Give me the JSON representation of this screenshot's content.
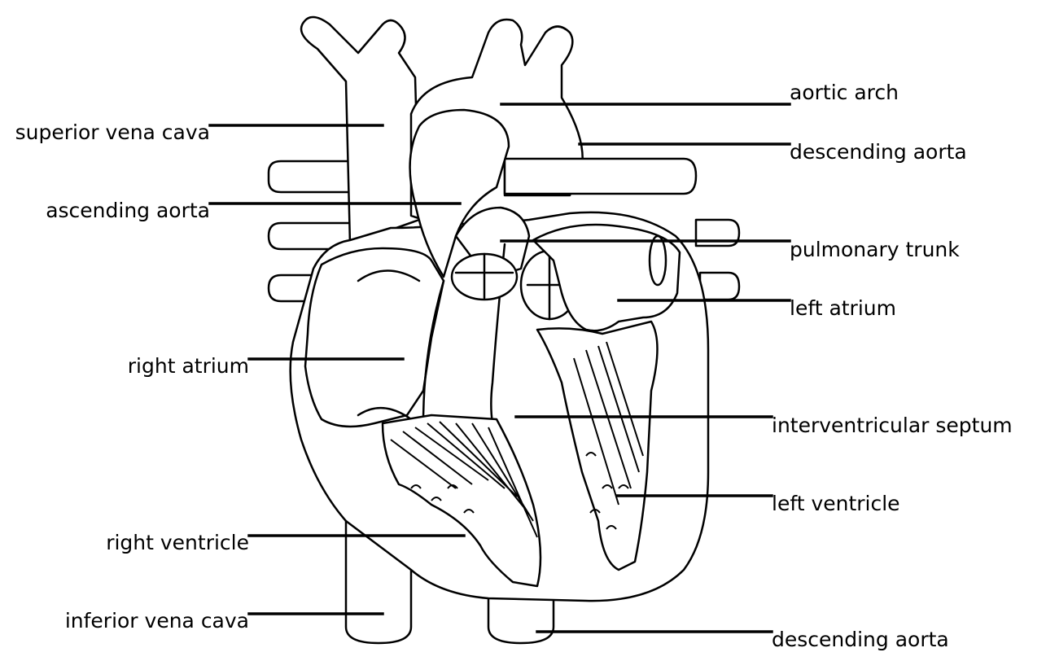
{
  "diagram": {
    "labels_left": [
      "superior vena cava",
      "ascending aorta",
      "right atrium",
      "right ventricle",
      "inferior vena cava"
    ],
    "labels_right": [
      "aortic arch",
      "descending aorta",
      "pulmonary trunk",
      "left atrium",
      "interventricular septum",
      "left ventricle",
      "descending aorta"
    ]
  }
}
